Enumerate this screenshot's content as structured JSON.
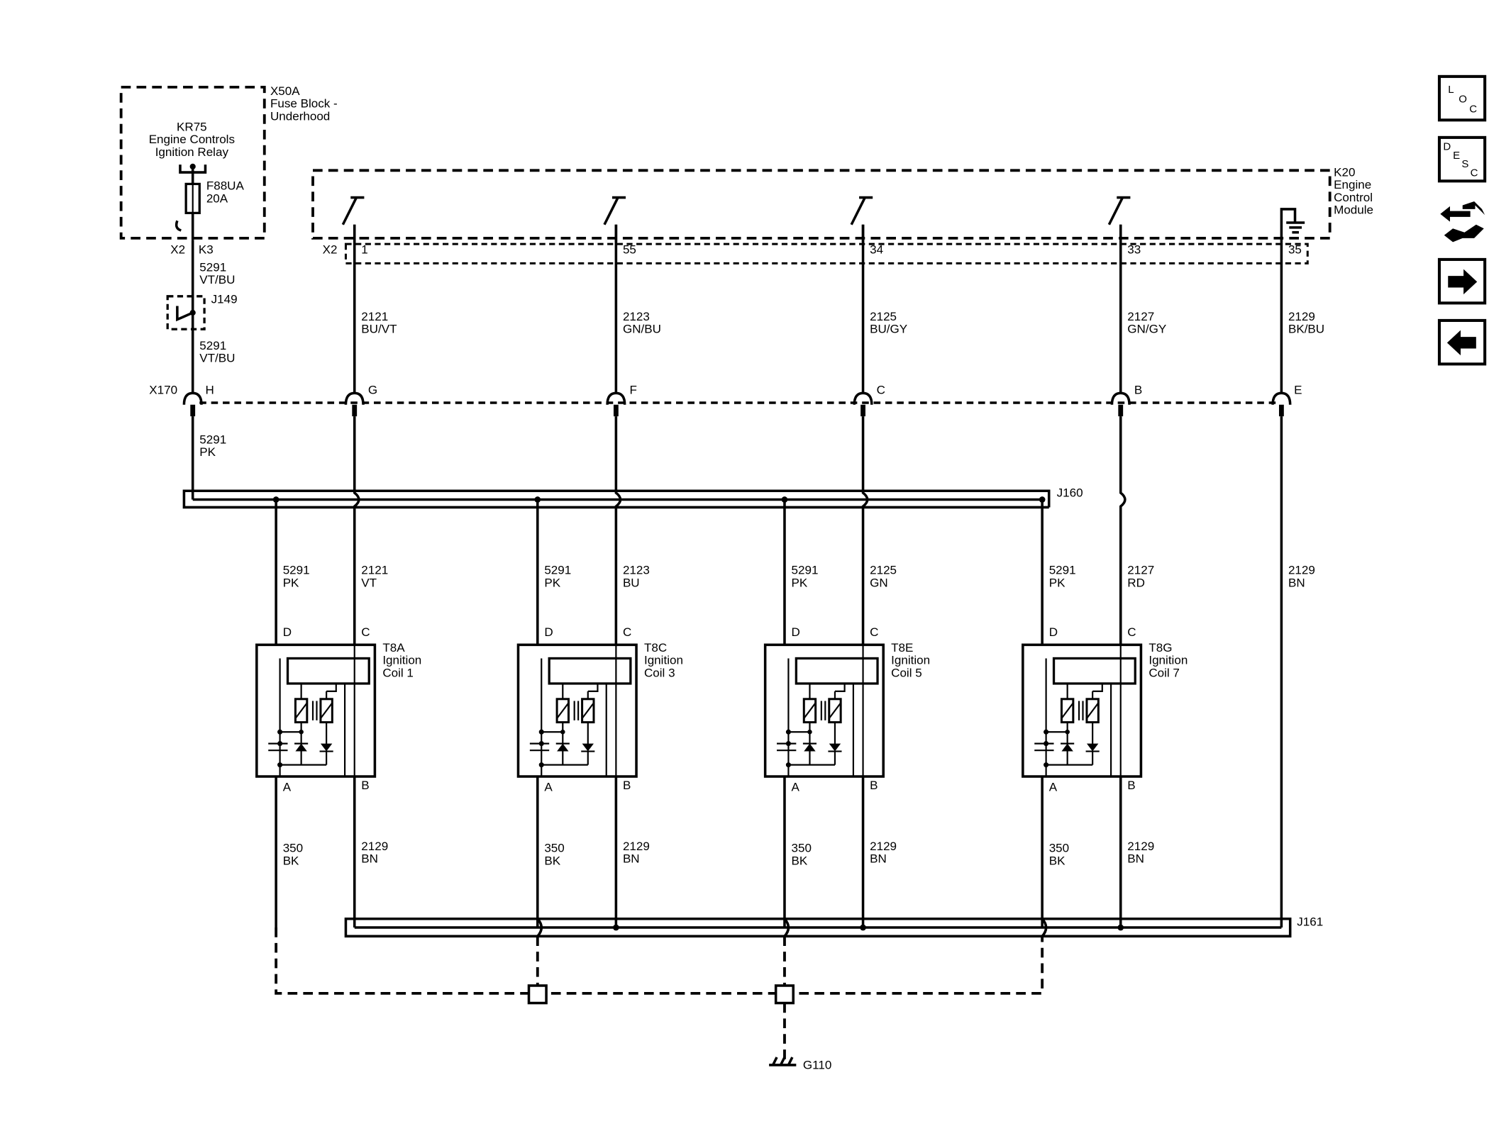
{
  "fuse_block": {
    "id": "X50A",
    "title_line1": "Fuse Block -",
    "title_line2": "Underhood",
    "relay_id": "KR75",
    "relay_line1": "Engine Controls",
    "relay_line2": "Ignition Relay",
    "fuse_id": "F88UA",
    "fuse_rating": "20A",
    "connector": "X2",
    "pin": "K3"
  },
  "ecm": {
    "id": "K20",
    "name_line1": "Engine",
    "name_line2": "Control",
    "name_line3": "Module",
    "connector": "X2"
  },
  "supply_wire_upper": {
    "circuit": "5291",
    "color": "VT/BU"
  },
  "splice_j149": "J149",
  "supply_wire_mid": {
    "circuit": "5291",
    "color": "VT/BU"
  },
  "supply_wire_lower": {
    "circuit": "5291",
    "color": "PK"
  },
  "inline_connector": {
    "id": "X170",
    "supply_pin": "H"
  },
  "ecm_channels": [
    {
      "ecm_pin": "1",
      "circuit": "2121",
      "color": "BU/VT",
      "x170_pin": "G"
    },
    {
      "ecm_pin": "55",
      "circuit": "2123",
      "color": "GN/BU",
      "x170_pin": "F"
    },
    {
      "ecm_pin": "34",
      "circuit": "2125",
      "color": "BU/GY",
      "x170_pin": "C"
    },
    {
      "ecm_pin": "33",
      "circuit": "2127",
      "color": "GN/GY",
      "x170_pin": "B"
    }
  ],
  "ecm_ground_channel": {
    "ecm_pin": "35",
    "circuit": "2129",
    "color": "BK/BU",
    "x170_pin": "E"
  },
  "harness_upper": "J160",
  "harness_lower": "J161",
  "coils": [
    {
      "id": "T8A",
      "line1": "Ignition",
      "line2": "Coil 1",
      "supply_circuit": "5291",
      "supply_color": "PK",
      "ctrl_circuit": "2121",
      "ctrl_color": "VT",
      "pin_d": "D",
      "pin_c": "C",
      "pin_a": "A",
      "pin_b": "B",
      "gnd_circuit": "350",
      "gnd_color": "BK",
      "ref_circuit": "2129",
      "ref_color": "BN"
    },
    {
      "id": "T8C",
      "line1": "Ignition",
      "line2": "Coil 3",
      "supply_circuit": "5291",
      "supply_color": "PK",
      "ctrl_circuit": "2123",
      "ctrl_color": "BU",
      "pin_d": "D",
      "pin_c": "C",
      "pin_a": "A",
      "pin_b": "B",
      "gnd_circuit": "350",
      "gnd_color": "BK",
      "ref_circuit": "2129",
      "ref_color": "BN"
    },
    {
      "id": "T8E",
      "line1": "Ignition",
      "line2": "Coil 5",
      "supply_circuit": "5291",
      "supply_color": "PK",
      "ctrl_circuit": "2125",
      "ctrl_color": "GN",
      "pin_d": "D",
      "pin_c": "C",
      "pin_a": "A",
      "pin_b": "B",
      "gnd_circuit": "350",
      "gnd_color": "BK",
      "ref_circuit": "2129",
      "ref_color": "BN"
    },
    {
      "id": "T8G",
      "line1": "Ignition",
      "line2": "Coil 7",
      "supply_circuit": "5291",
      "supply_color": "PK",
      "ctrl_circuit": "2127",
      "ctrl_color": "RD",
      "pin_d": "D",
      "pin_c": "C",
      "pin_a": "A",
      "pin_b": "B",
      "gnd_circuit": "350",
      "gnd_color": "BK",
      "ref_circuit": "2129",
      "ref_color": "BN"
    }
  ],
  "ground_return": {
    "circuit": "2129",
    "color": "BN"
  },
  "ground_point": "G110",
  "nav": {
    "loc": {
      "l1": "L",
      "l2": "O",
      "l3": "C",
      "icon": "location-icon"
    },
    "desc": {
      "l1": "D",
      "l2": "E",
      "l3": "S",
      "l4": "C",
      "icon": "description-icon"
    },
    "connector_view": {
      "icon": "connector-wrench-icon"
    },
    "next": {
      "icon": "arrow-right-icon"
    },
    "prev": {
      "icon": "arrow-left-icon"
    }
  }
}
